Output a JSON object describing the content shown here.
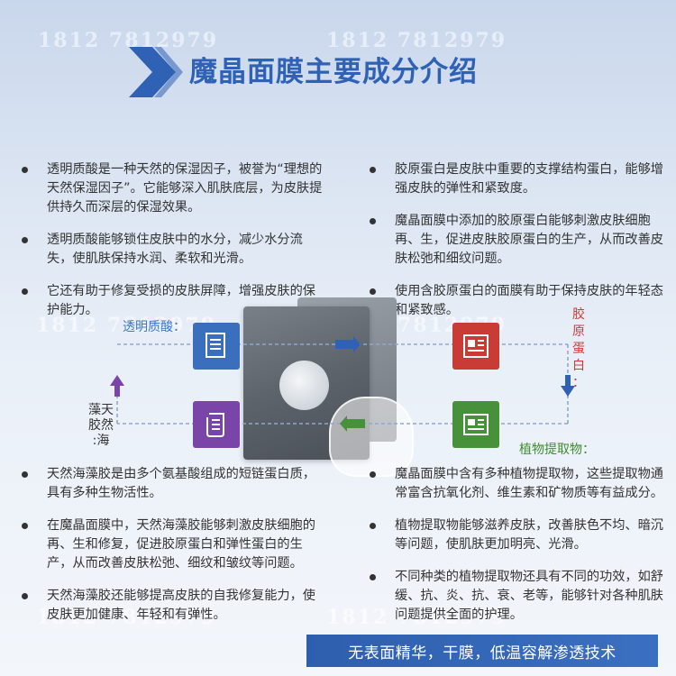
{
  "watermark": "1812 7812979",
  "title": "魔晶面膜主要成分介绍",
  "left_top_items": [
    "透明质酸是一种天然的保湿因子，被誉为“理想的天然保湿因子”。它能够深入肌肤底层，为皮肤提供持久而深层的保湿效果。",
    "透明质酸能够锁住皮肤中的水分，减少水分流失，使肌肤保持水润、柔软和光滑。",
    "它还有助于修复受损的皮肤屏障，增强皮肤的保护能力。"
  ],
  "right_top_items": [
    "胶原蛋白是皮肤中重要的支撑结构蛋白，能够增强皮肤的弹性和紧致度。",
    "魔晶面膜中添加的胶原蛋白能够刺激皮肤细胞再、生，促进皮肤胶原蛋白的生产，从而改善皮肤松弛和细纹问题。",
    "使用含胶原蛋白的面膜有助于保持皮肤的年轻态和紧致感。"
  ],
  "left_bottom_items": [
    "天然海藻胶是由多个氨基酸组成的短链蛋白质，具有多种生物活性。",
    "在魔晶面膜中，天然海藻胶能够刺激皮肤细胞的再、生和修复，促进胶原蛋白和弹性蛋白的生产，从而改善皮肤松弛、细纹和皱纹等问题。",
    "天然海藻胶还能够提高皮肤的自我修复能力，使皮肤更加健康、年轻和有弹性。"
  ],
  "right_bottom_items": [
    "魔晶面膜中含有多种植物提取物，这些提取物通常富含抗氧化剂、维生素和矿物质等有益成分。",
    "植物提取物能够滋养皮肤，改善肤色不均、暗沉等问题，使肌肤更加明亮、光滑。",
    "不同种类的植物提取物还具有不同的功效，如舒缓、抗、炎、抗、衰、老等，能够针对各种肌肤问题提供全面的护理。"
  ],
  "labels": {
    "hyaluronic": "透明质酸：",
    "collagen": [
      "胶",
      "原",
      "蛋",
      "白",
      "："
    ],
    "algae_a": "藻天",
    "algae_b": "胶然",
    "algae_c": ":海",
    "plant": "植物提取物："
  },
  "banner": "无表面精华，干膜，低温容解渗透技术",
  "colors": {
    "accent": "#2f61b5",
    "icon_blue": "#3a6fbe",
    "icon_red": "#c93c35",
    "icon_green": "#46913a",
    "icon_purple": "#7a45a8"
  }
}
